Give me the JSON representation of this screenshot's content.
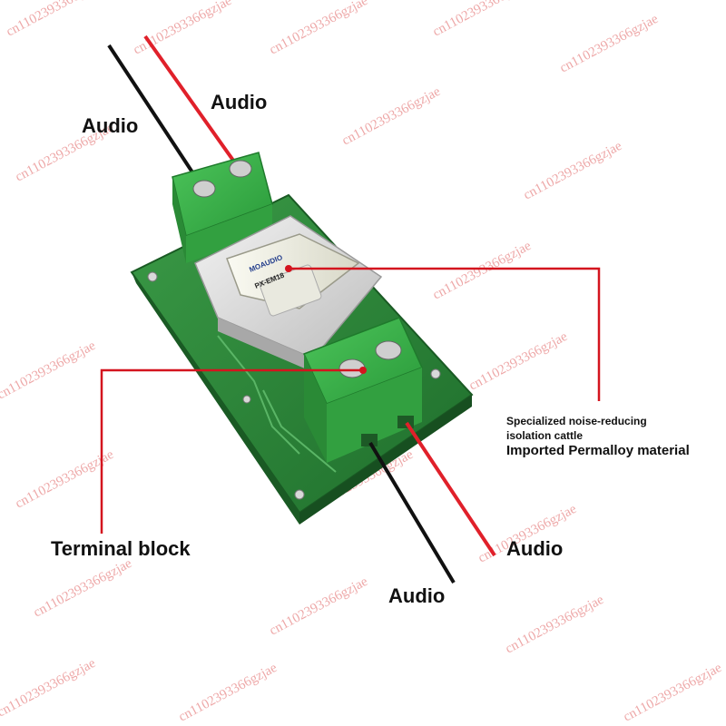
{
  "labels": {
    "audio_top_left": "Audio",
    "audio_top_right": "Audio",
    "audio_bottom_right": "Audio",
    "audio_bottom": "Audio",
    "terminal_block": "Terminal block",
    "spec_line1": "Specialized noise-reducing",
    "spec_line2": "isolation cattle",
    "spec_line3": "Imported Permalloy material"
  },
  "transformer": {
    "brand": "MOAUDIO",
    "model": "PX-EM18"
  },
  "watermark": {
    "text": "cn1102393366gzjae"
  },
  "colors": {
    "pcb": "#2e8a3c",
    "terminal": "#3db54a",
    "red_wire": "#e0202a",
    "black_wire": "#111111",
    "leader": "#d4141e"
  }
}
